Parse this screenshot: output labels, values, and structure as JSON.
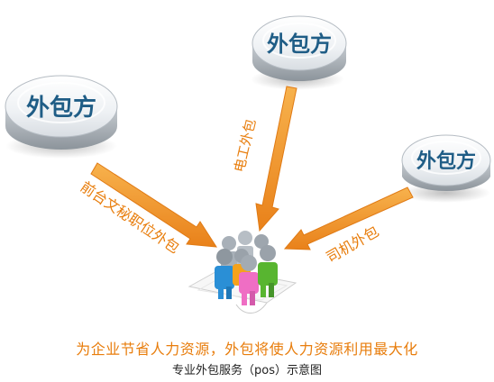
{
  "diagram": {
    "vendors": [
      {
        "label": "外包方"
      },
      {
        "label": "外包方"
      },
      {
        "label": "外包方"
      }
    ],
    "arrow_labels": {
      "left": "前台文秘职位外包",
      "middle": "电工外包",
      "right": "司机外包"
    },
    "tagline": "为企业节省人力资源，外包将使人力资源利用最大化",
    "caption": "专业外包服务（pos）示意图"
  },
  "colors": {
    "arrow": "#f0922b",
    "label": "#e87d0c",
    "vendor_text": "#1f5d86",
    "person_blue": "#2a8fd6",
    "person_green": "#58b530",
    "person_pink": "#ef6ec4",
    "person_orange": "#f4a21c",
    "person_gray": "#a8b0b8"
  },
  "icons": [
    "puck-icon",
    "people-group-icon",
    "paper-icon",
    "arrow-icon"
  ]
}
